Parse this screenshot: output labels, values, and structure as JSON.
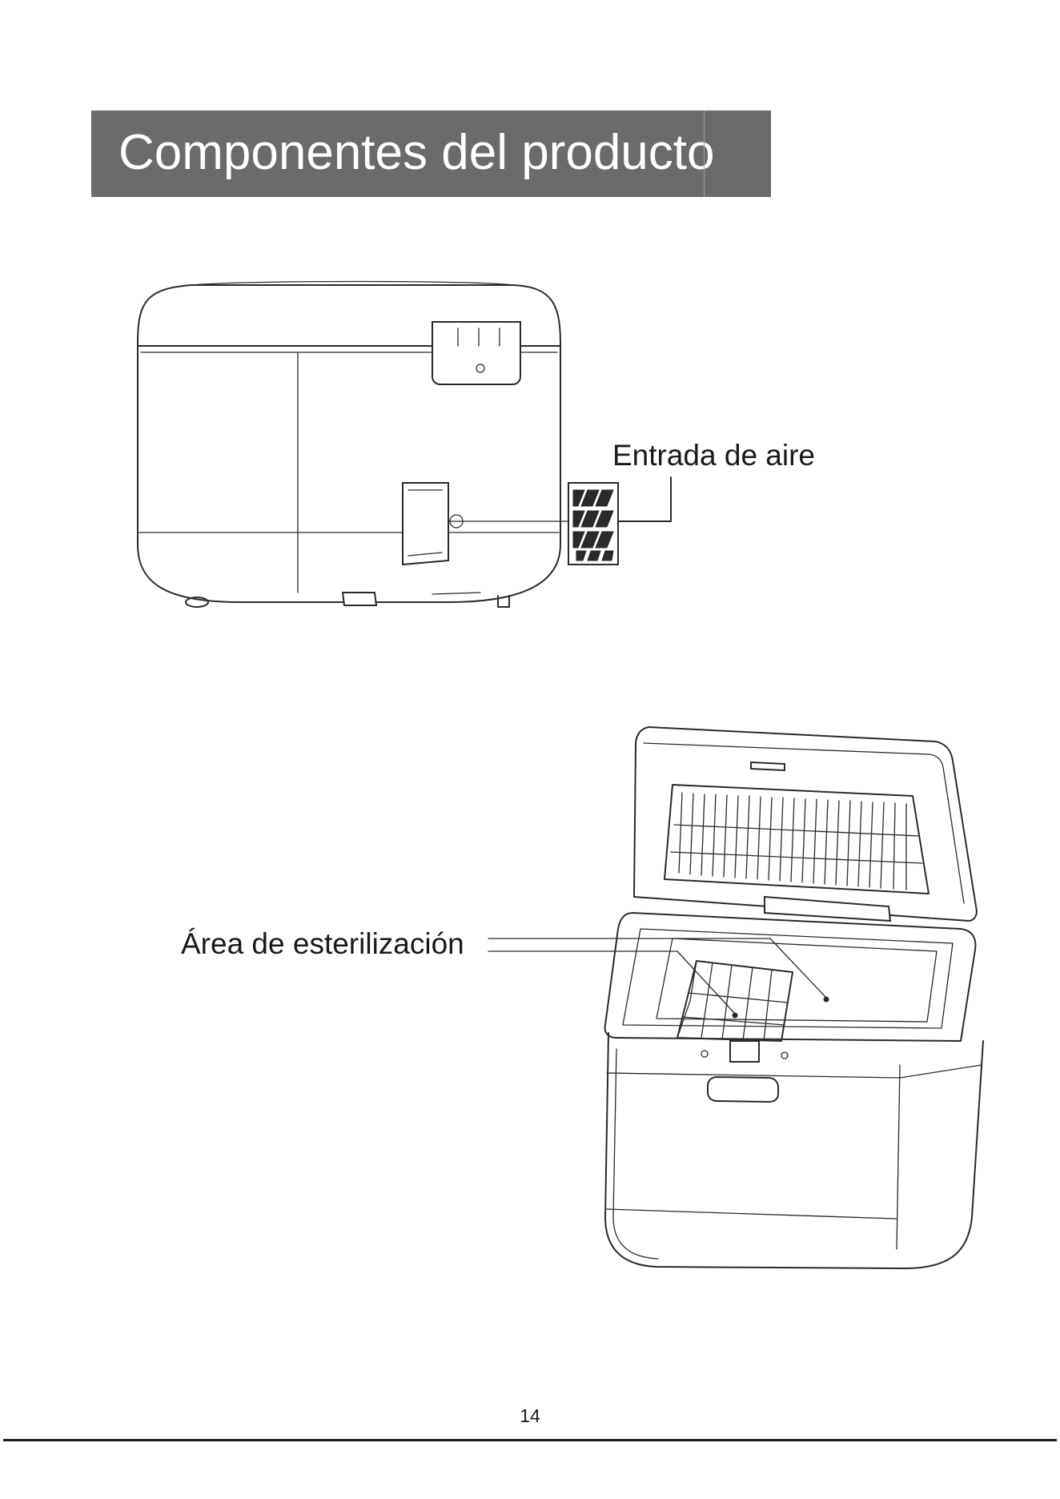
{
  "header": {
    "title": "Componentes del producto"
  },
  "illustrations": {
    "rear_view": {
      "callout_label": "Entrada de aire"
    },
    "open_view": {
      "callout_label": "Área de esterilización"
    }
  },
  "footer": {
    "page_number": "14"
  }
}
